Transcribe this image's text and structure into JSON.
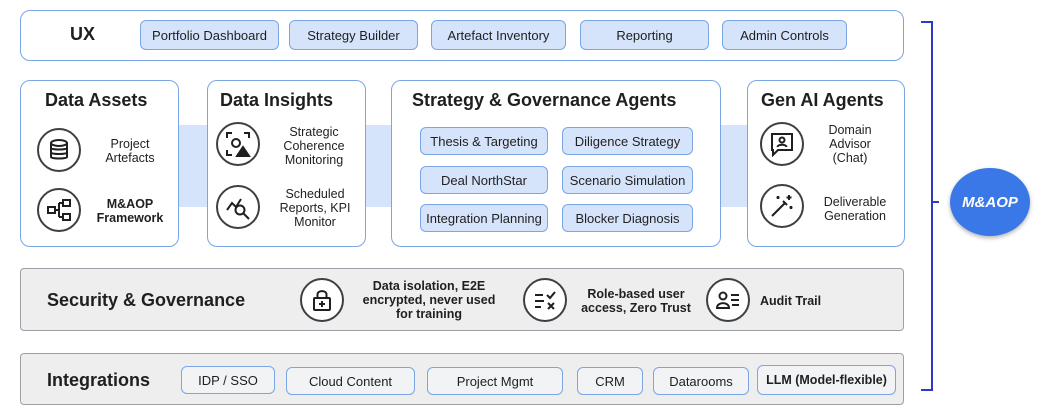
{
  "ux": {
    "title": "UX",
    "items": [
      "Portfolio Dashboard",
      "Strategy Builder",
      "Artefact Inventory",
      "Reporting",
      "Admin Controls"
    ]
  },
  "data_assets": {
    "title": "Data Assets",
    "items": [
      {
        "label": "Project Artefacts",
        "icon": "database-icon"
      },
      {
        "label": "M&AOP Framework",
        "icon": "hierarchy-icon"
      }
    ]
  },
  "data_insights": {
    "title": "Data Insights",
    "items": [
      {
        "label": "Strategic Coherence Monitoring",
        "icon": "coherence-alert-icon"
      },
      {
        "label": "Scheduled Reports, KPI Monitor",
        "icon": "trend-search-icon"
      }
    ]
  },
  "agents": {
    "title": "Strategy & Governance Agents",
    "items": [
      "Thesis & Targeting",
      "Diligence Strategy",
      "Deal NorthStar",
      "Scenario Simulation",
      "Integration Planning",
      "Blocker Diagnosis"
    ]
  },
  "gen_ai": {
    "title": "Gen AI Agents",
    "items": [
      {
        "label": "Domain Advisor (Chat)",
        "icon": "chat-advisor-icon"
      },
      {
        "label": "Deliverable Generation",
        "icon": "magic-wand-icon"
      }
    ]
  },
  "security": {
    "title": "Security & Governance",
    "items": [
      {
        "label": "Data isolation, E2E encrypted, never used for training",
        "icon": "lock-icon"
      },
      {
        "label": "Role-based user access, Zero Trust",
        "icon": "access-check-icon"
      },
      {
        "label": "Audit Trail",
        "icon": "audit-user-icon"
      }
    ]
  },
  "integrations": {
    "title": "Integrations",
    "items": [
      "IDP / SSO",
      "Cloud Content",
      "Project Mgmt",
      "CRM",
      "Datarooms",
      "LLM (Model-flexible)"
    ]
  },
  "badge": {
    "label": "M&AOP"
  },
  "colors": {
    "accent": "#7aa5e6",
    "pill_fill": "#d6e4fb",
    "badge": "#3b78e7",
    "bracket": "#2f3bbf"
  }
}
